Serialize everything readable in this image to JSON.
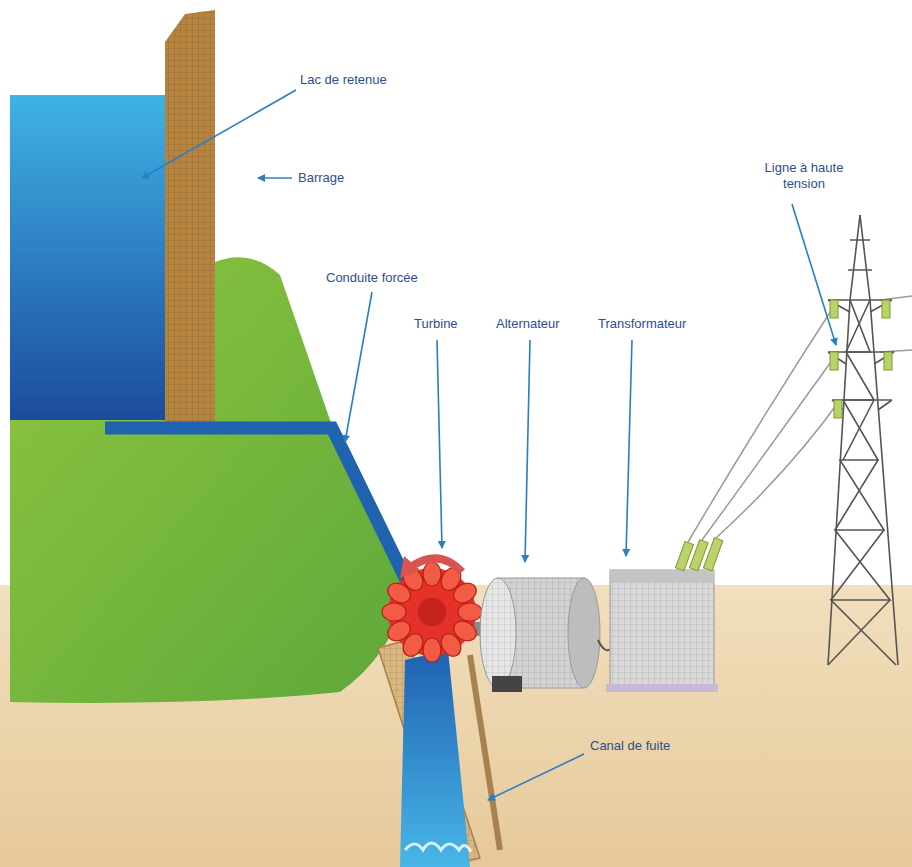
{
  "diagram": {
    "labels": [
      "Lac de retenue",
      "Barrage",
      "Conduite forcée",
      "Turbine",
      "Alternateur",
      "Transformateur",
      "Ligne à haute tension",
      "Canal de fuite"
    ]
  }
}
